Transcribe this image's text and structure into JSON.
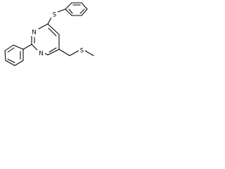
{
  "molecule": {
    "background_color": "#ffffff",
    "bond_color": "#000000",
    "atom_labels": {
      "sulfur_top": "S",
      "sulfur_side": "S",
      "nitrogen_1": "N",
      "nitrogen_2": "N"
    },
    "fragments": [
      "phenylthio",
      "pyrimidine-ring",
      "phenyl",
      "methylthiomethyl"
    ]
  }
}
